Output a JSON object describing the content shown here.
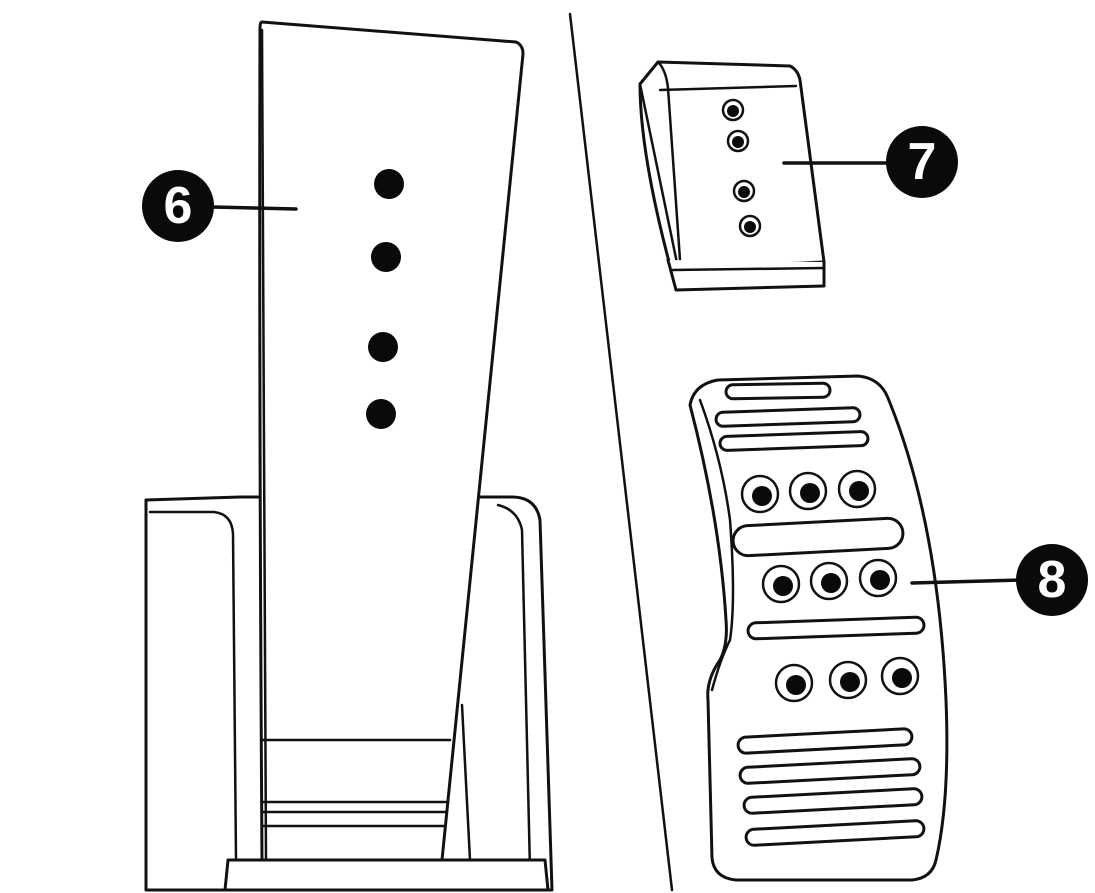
{
  "callouts": {
    "pedal_base": "6",
    "small_pad": "7",
    "large_pad": "8"
  },
  "colors": {
    "line": "#111111",
    "fill": "#ffffff",
    "callout": "#0a0a0a"
  }
}
